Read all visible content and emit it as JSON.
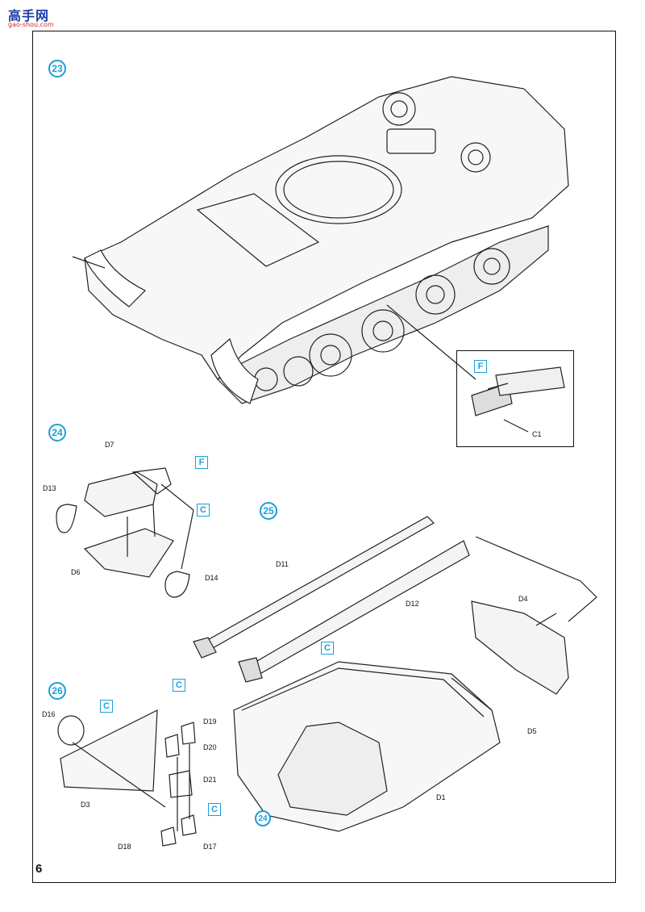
{
  "watermark": {
    "text": "高手网",
    "sub": "gao-shou.com"
  },
  "steps": {
    "s23": "23",
    "s24": "24",
    "s25": "25",
    "s26": "26",
    "s24_ref": "24"
  },
  "sprues": {
    "f1": "F",
    "f2": "F",
    "c1": "C",
    "c2": "C",
    "c3": "C",
    "c4": "C",
    "c5": "C"
  },
  "labels": {
    "c1": "C1",
    "d7": "D7",
    "d13": "D13",
    "d6": "D6",
    "d14": "D14",
    "d11": "D11",
    "d12": "D12",
    "d4": "D4",
    "d5": "D5",
    "d1": "D1",
    "d16": "D16",
    "d3": "D3",
    "d19": "D19",
    "d20": "D20",
    "d21": "D21",
    "d18": "D18",
    "d17": "D17"
  },
  "page_number": "6"
}
